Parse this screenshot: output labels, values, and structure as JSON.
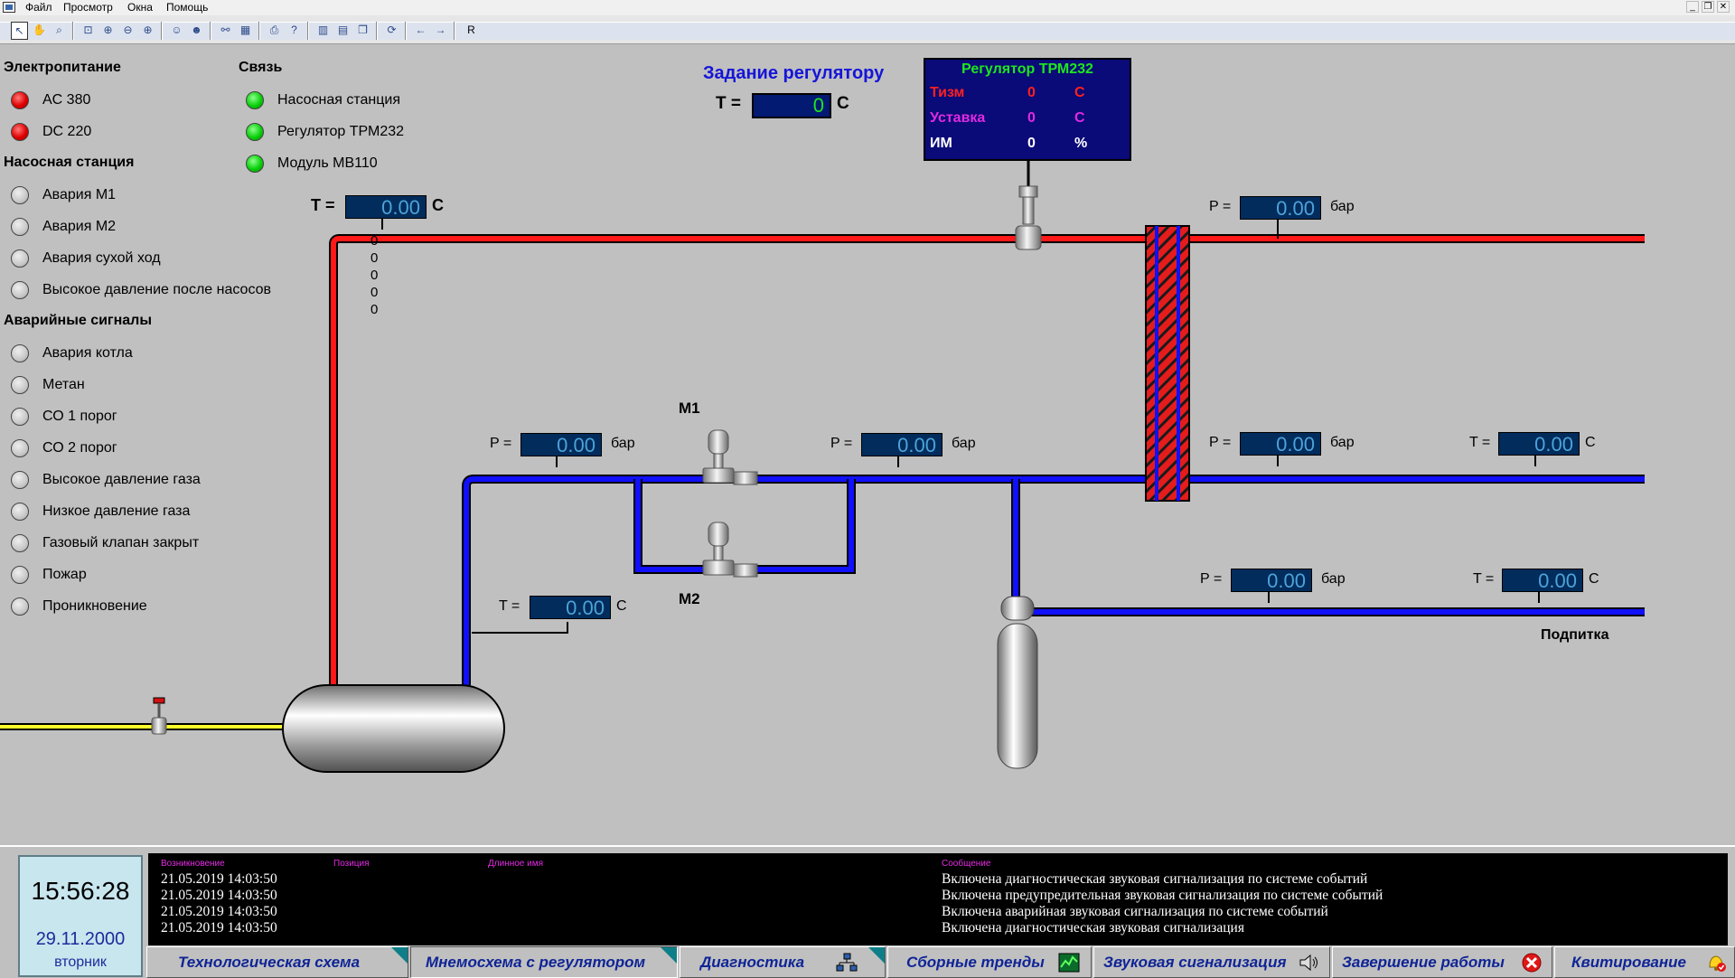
{
  "menubar": {
    "items": [
      "Файл",
      "Просмотр",
      "Окна",
      "Помощь"
    ]
  },
  "toolbar": {
    "last_button": "R"
  },
  "task": {
    "title": "Задание регулятору",
    "t_label": "T =",
    "value": "0",
    "unit": "C"
  },
  "regulator": {
    "title": "Регулятор ТРМ232",
    "rows": [
      {
        "label": "Тизм",
        "value": "0",
        "unit": "C",
        "color": "#ff2020"
      },
      {
        "label": "Уставка",
        "value": "0",
        "unit": "C",
        "color": "#e02ae0"
      },
      {
        "label": "ИМ",
        "value": "0",
        "unit": "%",
        "color": "#ffffff"
      }
    ]
  },
  "left_panel": {
    "power": {
      "title": "Электропитание",
      "items": [
        {
          "label": "AC  380",
          "state": "red"
        },
        {
          "label": "DC  220",
          "state": "red"
        }
      ]
    },
    "link": {
      "title": "Связь",
      "items": [
        {
          "label": "Насосная станция",
          "state": "green"
        },
        {
          "label": "Регулятор ТРМ232",
          "state": "green"
        },
        {
          "label": "Модуль МВ110",
          "state": "green"
        }
      ]
    },
    "pump": {
      "title": "Насосная станция",
      "items": [
        {
          "label": "Авария М1",
          "state": "off"
        },
        {
          "label": "Авария М2",
          "state": "off"
        },
        {
          "label": "Авария сухой ход",
          "state": "off"
        },
        {
          "label": "Высокое давление после насосов",
          "state": "off"
        }
      ]
    },
    "alarms": {
      "title": "Аварийные сигналы",
      "items": [
        {
          "label": "Авария котла",
          "state": "off"
        },
        {
          "label": "Метан",
          "state": "off"
        },
        {
          "label": "СО 1 порог",
          "state": "off"
        },
        {
          "label": "СО 2 порог",
          "state": "off"
        },
        {
          "label": "Высокое давление газа",
          "state": "off"
        },
        {
          "label": "Низкое давление газа",
          "state": "off"
        },
        {
          "label": "Газовый клапан закрыт",
          "state": "off"
        },
        {
          "label": "Пожар",
          "state": "off"
        },
        {
          "label": "Проникновение",
          "state": "off"
        }
      ]
    }
  },
  "zeros": [
    "0",
    "0",
    "0",
    "0",
    "0"
  ],
  "measurements": {
    "t_supply": {
      "label": "T =",
      "value": "0.00",
      "unit": "C"
    },
    "p_supply_out": {
      "label": "P =",
      "value": "0.00",
      "unit": "бар"
    },
    "p_before_pumps": {
      "label": "P =",
      "value": "0.00",
      "unit": "бар"
    },
    "p_after_pumps": {
      "label": "P =",
      "value": "0.00",
      "unit": "бар"
    },
    "p_return": {
      "label": "P =",
      "value": "0.00",
      "unit": "бар"
    },
    "t_return": {
      "label": "T =",
      "value": "0.00",
      "unit": "C"
    },
    "t_boiler_return": {
      "label": "T =",
      "value": "0.00",
      "unit": "C"
    },
    "p_makeup": {
      "label": "P =",
      "value": "0.00",
      "unit": "бар"
    },
    "t_makeup": {
      "label": "T =",
      "value": "0.00",
      "unit": "C"
    }
  },
  "pumps": {
    "m1": "M1",
    "m2": "M2"
  },
  "makeup_label": "Подпитка",
  "clock": {
    "time": "15:56:28",
    "date": "29.11.2000",
    "day": "вторник"
  },
  "events": {
    "headers": {
      "occurred": "Возникновение",
      "position": "Позиция",
      "long_name": "Длинное имя",
      "message": "Сообщение"
    },
    "rows": [
      {
        "time": "21.05.2019 14:03:50",
        "message": "Включена диагностическая звуковая сигнализация по системе событий"
      },
      {
        "time": "21.05.2019 14:03:50",
        "message": "Включена предупредительная звуковая сигнализация по системе событий"
      },
      {
        "time": "21.05.2019 14:03:50",
        "message": "Включена аварийная звуковая сигнализация по системе событий"
      },
      {
        "time": "21.05.2019 14:03:50",
        "message": "Включена диагностическая звуковая сигнализация"
      }
    ]
  },
  "nav": {
    "tech_scheme": "Технологическая схема",
    "mnemo_regulator": "Мнемосхема с регулятором",
    "diagnostics": "Диагностика",
    "trends": "Сборные тренды",
    "sound": "Звуковая сигнализация",
    "shutdown": "Завершение работы",
    "ack": "Квитирование"
  }
}
